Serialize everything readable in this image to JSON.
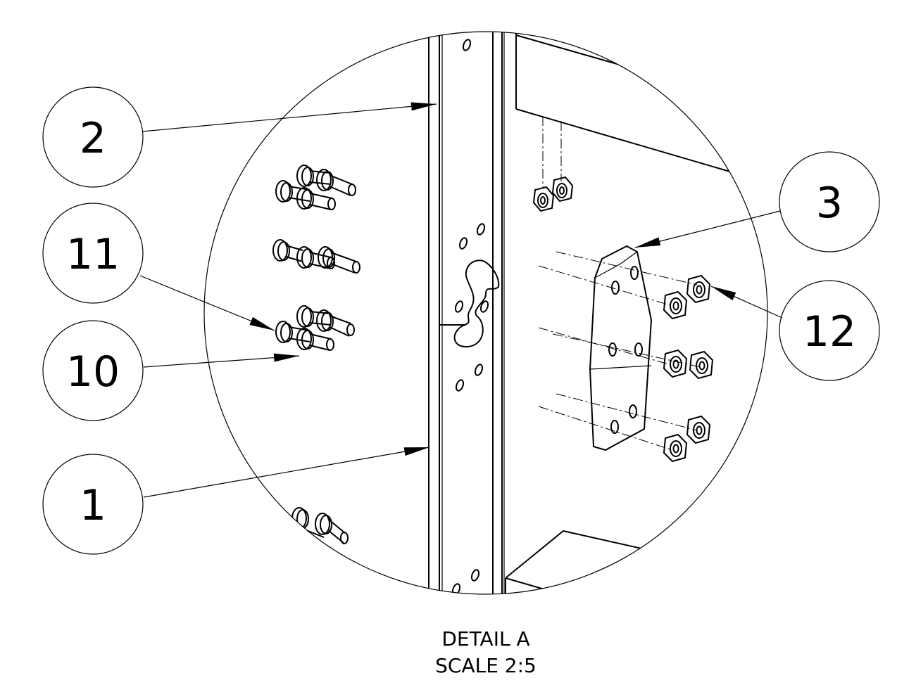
{
  "drawing": {
    "detail_title": "DETAIL A",
    "detail_scale": "SCALE 2:5",
    "balloons": [
      {
        "id": "2",
        "label": "2"
      },
      {
        "id": "11",
        "label": "11"
      },
      {
        "id": "10",
        "label": "10"
      },
      {
        "id": "1",
        "label": "1"
      },
      {
        "id": "3",
        "label": "3"
      },
      {
        "id": "12",
        "label": "12"
      }
    ]
  }
}
